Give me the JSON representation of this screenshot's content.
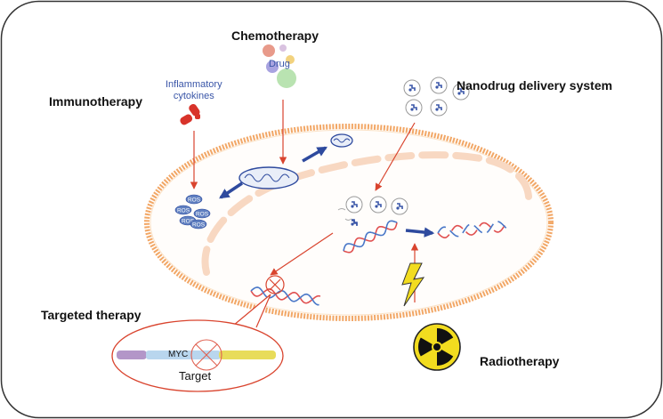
{
  "labels": {
    "chemotherapy": "Chemotherapy",
    "drug": "Drug",
    "inflammatory_cytokines": "Inflammatory\ncytokines",
    "immunotherapy": "Immunotherapy",
    "nanodrug": "Nanodrug delivery system",
    "targeted_therapy": "Targeted therapy",
    "radiotherapy": "Radiotherapy",
    "myc": "MYC",
    "target": "Target",
    "ros": "ROS"
  },
  "colors": {
    "membrane": "#f2a766",
    "arrow_red": "#d9442e",
    "arrow_blue": "#2e4a9e",
    "ros_fill": "#5f7fc0",
    "dna_red": "#e05050",
    "dna_blue": "#4a78c8",
    "cytokine": "#d8332a",
    "bolt": "#f2dc1f",
    "gene_purple": "#b396c8",
    "gene_blue": "#b9d6ee",
    "gene_yellow": "#e8dc5a",
    "zoom_ring": "#d9442e"
  },
  "icons": [
    "mitochondrion-icon",
    "nanoparticle-icon",
    "dna-helix-icon",
    "radiation-icon",
    "lightning-icon",
    "cytokine-icon"
  ]
}
